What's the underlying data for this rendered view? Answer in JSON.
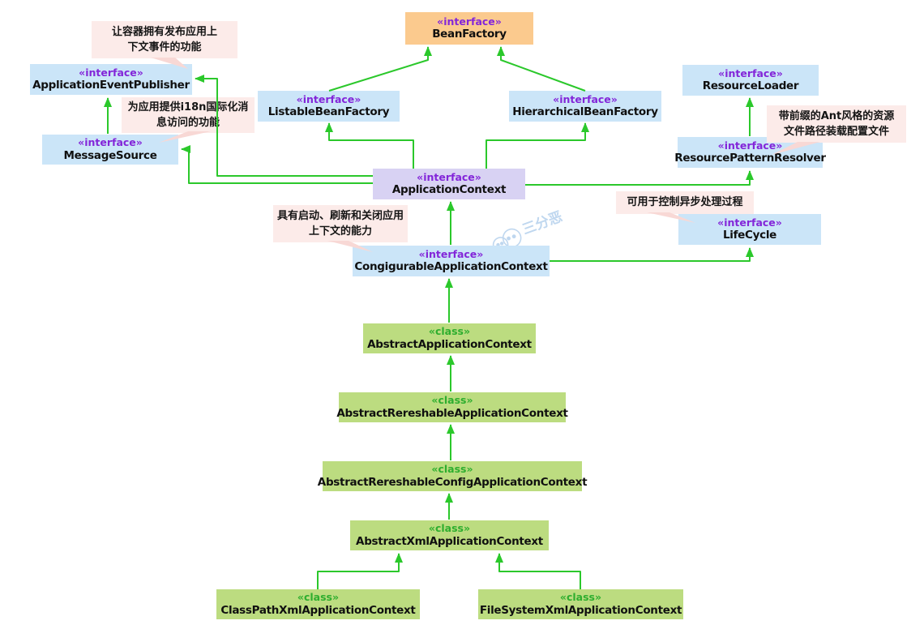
{
  "nodes": {
    "bean_factory": {
      "stereotype": "«interface»",
      "name": "BeanFactory"
    },
    "application_event_publisher": {
      "stereotype": "«interface»",
      "name": "ApplicationEventPublisher"
    },
    "message_source": {
      "stereotype": "«interface»",
      "name": "MessageSource"
    },
    "listable_bean_factory": {
      "stereotype": "«interface»",
      "name": "ListableBeanFactory"
    },
    "hierarchical_bean_factory": {
      "stereotype": "«interface»",
      "name": "HierarchicalBeanFactory"
    },
    "resource_loader": {
      "stereotype": "«interface»",
      "name": "ResourceLoader"
    },
    "resource_pattern_resolver": {
      "stereotype": "«interface»",
      "name": "ResourcePatternResolver"
    },
    "application_context": {
      "stereotype": "«interface»",
      "name": "ApplicationContext"
    },
    "life_cycle": {
      "stereotype": "«interface»",
      "name": "LifeCycle"
    },
    "congigurable_application_context": {
      "stereotype": "«interface»",
      "name": "CongigurableApplicationContext"
    },
    "abstract_application_context": {
      "stereotype": "«class»",
      "name": "AbstractApplicationContext"
    },
    "abstract_rereshable_application_context": {
      "stereotype": "«class»",
      "name": "AbstractRereshableApplicationContext"
    },
    "abstract_rereshable_config_application_context": {
      "stereotype": "«class»",
      "name": "AbstractRereshableConfigApplicationContext"
    },
    "abstract_xml_application_context": {
      "stereotype": "«class»",
      "name": "AbstractXmlApplicationContext"
    },
    "class_path_xml_application_context": {
      "stereotype": "«class»",
      "name": "ClassPathXmlApplicationContext"
    },
    "file_system_xml_application_context": {
      "stereotype": "«class»",
      "name": "FileSystemXmlApplicationContext"
    }
  },
  "annotations": {
    "event_publisher_note": "让容器拥有发布应用上\n下文事件的功能",
    "i18n_note": "为应用提供i18n国际化消\n息访问的功能",
    "ant_style_note": "带前缀的Ant风格的资源\n文件路径装载配置文件",
    "lifecycle_note": "可用于控制异步处理过程",
    "configurable_note": "具有启动、刷新和关闭应用\n上下文的能力"
  },
  "watermark": {
    "text": "三分恶"
  },
  "colors": {
    "interface_fill": "#cbe5f8",
    "root_interface_fill": "#fbca8e",
    "highlight_interface_fill": "#d8d2f3",
    "class_fill": "#bcdc80",
    "note_fill": "#fcebe9",
    "stereotype_interface_color": "#8326d9",
    "stereotype_class_color": "#2eae2e",
    "connector_color": "#2bc82b",
    "watermark_color": "#b9d3ee"
  }
}
